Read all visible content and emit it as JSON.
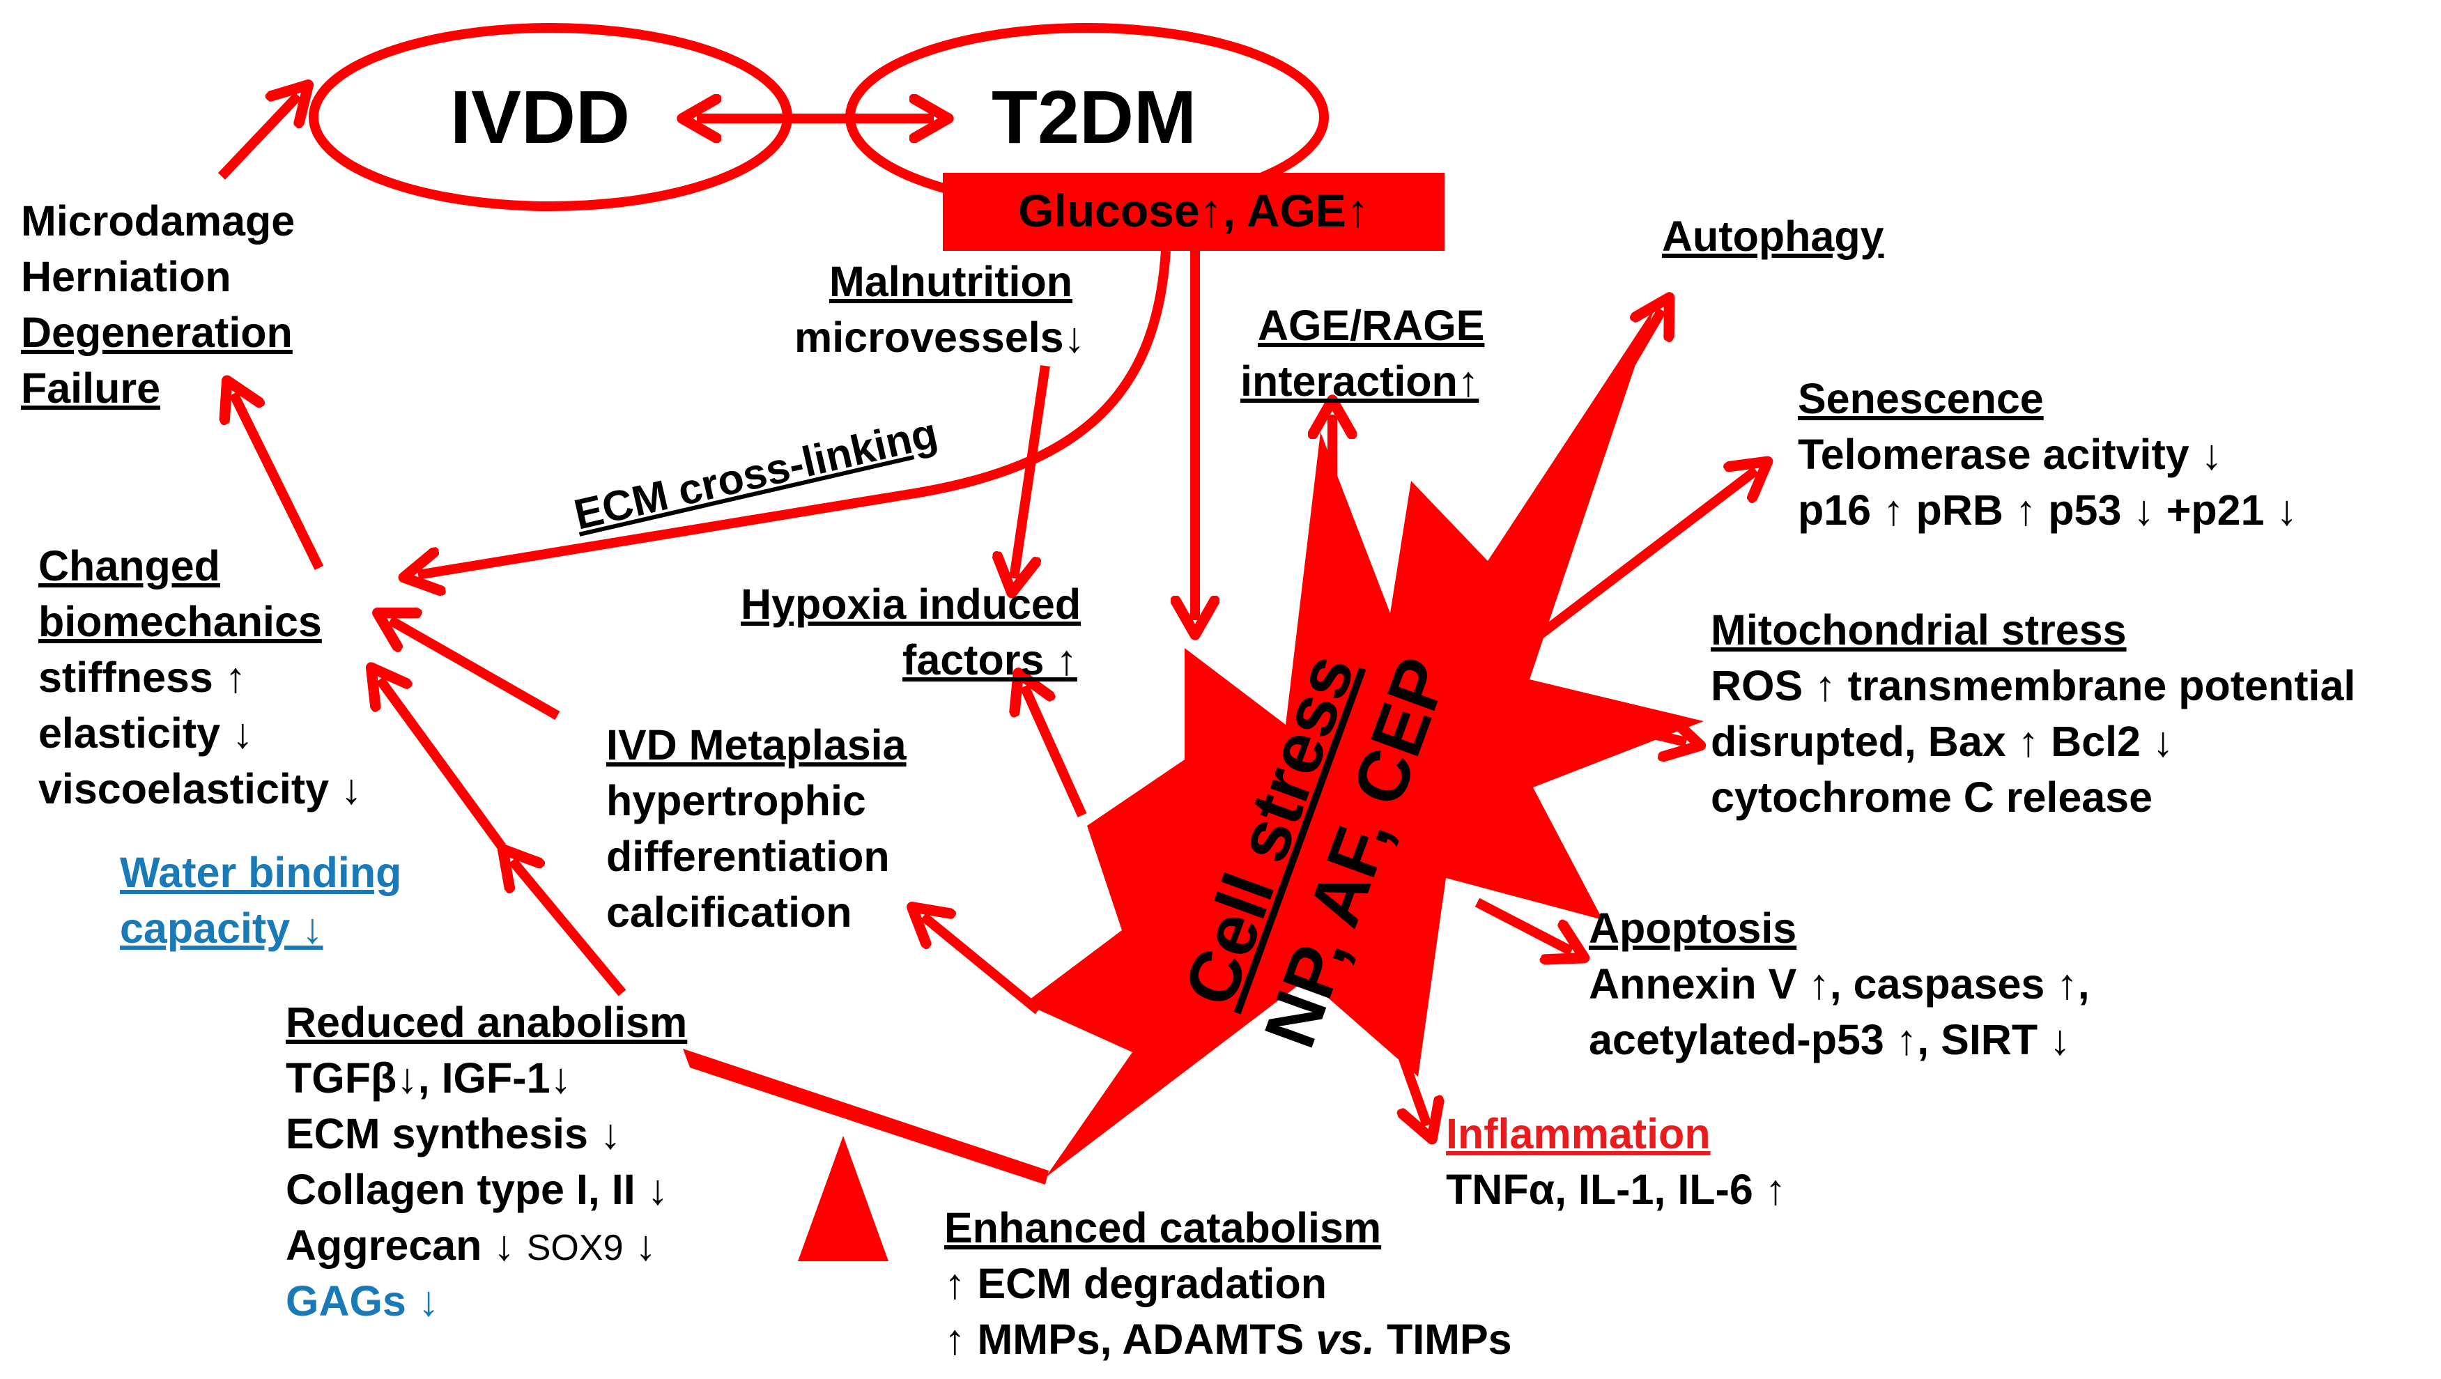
{
  "colors": {
    "red": "#ff0000",
    "black": "#000000",
    "blue": "#1a7ab8",
    "white": "#ffffff"
  },
  "ivdd": "IVDD",
  "t2dm": "T2DM",
  "glucose_age": "Glucose↑, AGE↑",
  "microdamage": "Microdamage",
  "herniation": "Herniation",
  "degeneration": "Degeneration",
  "failure": "Failure",
  "malnutrition": {
    "title": "Malnutrition",
    "line": "microvessels↓"
  },
  "ecm_crosslinking": "ECM cross-linking",
  "age_rage": {
    "line1": "AGE/RAGE",
    "line2": "interaction↑"
  },
  "autophagy": "Autophagy",
  "senescence": {
    "title": "Senescence",
    "line1": "Telomerase acitvity ↓",
    "line2": "p16 ↑ pRB ↑ p53 ↓ +p21 ↓"
  },
  "biomechanics": {
    "title1": "Changed",
    "title2": "biomechanics",
    "l1": "stiffness ↑",
    "l2": "elasticity ↓",
    "l3": "viscoelasticity ↓"
  },
  "water_binding": {
    "line1": "Water binding",
    "line2": "capacity ↓"
  },
  "hypoxia": {
    "line1": "Hypoxia induced",
    "line2": "factors ↑"
  },
  "mito": {
    "title": "Mitochondrial stress",
    "l1": "ROS ↑ transmembrane potential",
    "l2": "disrupted, Bax ↑ Bcl2 ↓",
    "l3": "cytochrome C release"
  },
  "metaplasia": {
    "title": "IVD Metaplasia",
    "l1": "hypertrophic",
    "l2": "differentiation",
    "l3": "calcification"
  },
  "cell_stress": {
    "line1": "Cell stress",
    "line2": "NP, AF, CEP"
  },
  "apoptosis": {
    "title": "Apoptosis",
    "l1": "Annexin V ↑, caspases ↑,",
    "l2": "acetylated-p53 ↑, SIRT ↓"
  },
  "anabolism": {
    "title": "Reduced anabolism",
    "l1": "TGFβ↓, IGF-1↓",
    "l2": "ECM synthesis ↓",
    "l3": "Collagen type I, II ↓",
    "l4a": "Aggrecan ↓ ",
    "l4b": "SOX9",
    "l4c": " ↓",
    "l5": "GAGs ↓"
  },
  "inflammation": {
    "title": "Inflammation",
    "l1": "TNFα, IL-1, IL-6 ↑"
  },
  "catabolism": {
    "title": "Enhanced catabolism",
    "l1": "↑ ECM degradation",
    "l2a": "↑ MMPs, ADAMTS ",
    "l2b": "vs.",
    "l2c": " TIMPs"
  }
}
